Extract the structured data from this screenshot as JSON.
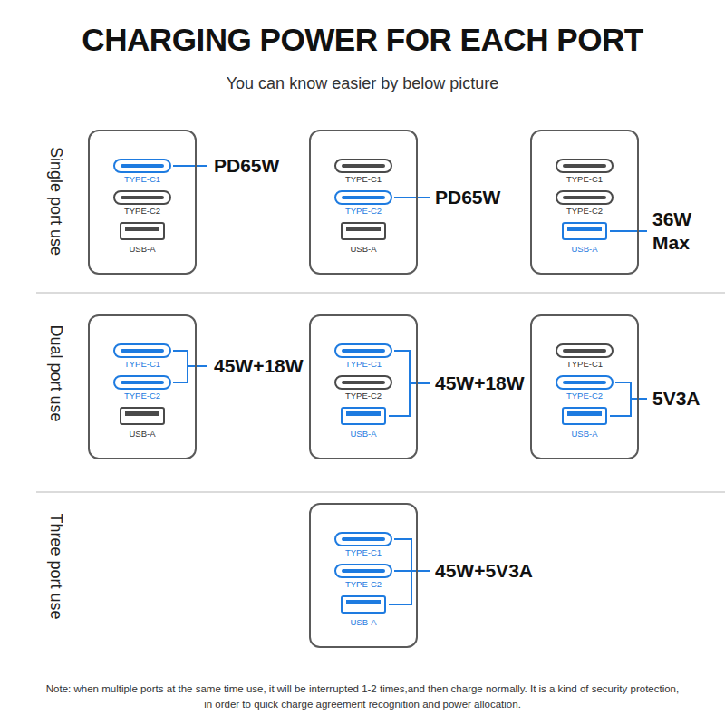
{
  "diagram": {
    "title": "CHARGING POWER FOR EACH PORT",
    "caption": "Note: when multiple ports at the same time use, it will be interrupted 1-2 times,and then charge normally. It is a kind of security protection, in order to quick charge agreement recognition and power allocation.",
    "nodes": [
      {
        "text": [
          "TYPE-C1",
          "TYPE-C2",
          "USB-A"
        ]
      },
      {
        "text": [
          "TYPE-C1",
          "TYPE-C2",
          "USB-A"
        ]
      },
      {
        "text": [
          "TYPE-C1",
          "TYPE-C2",
          "USB-A"
        ]
      },
      {
        "text": [
          "TYPE-C1",
          "TYPE-C2",
          "USB-A"
        ]
      },
      {
        "text": [
          "TYPE-C1",
          "TYPE-C2",
          "USB-A"
        ]
      },
      {
        "text": [
          "TYPE-C1",
          "TYPE-C2",
          "USB-A"
        ]
      },
      {
        "text": [
          "TYPE-C1",
          "TYPE-C2",
          "USB-A"
        ]
      }
    ],
    "labels": [
      "You can know easier by below picture",
      "Single port use",
      "Dual port use",
      "Three port use",
      "PD65W",
      "PD65W",
      "36W Max",
      "45W+18W",
      "45W+18W",
      "5V3A",
      "45W+5V3A"
    ]
  }
}
